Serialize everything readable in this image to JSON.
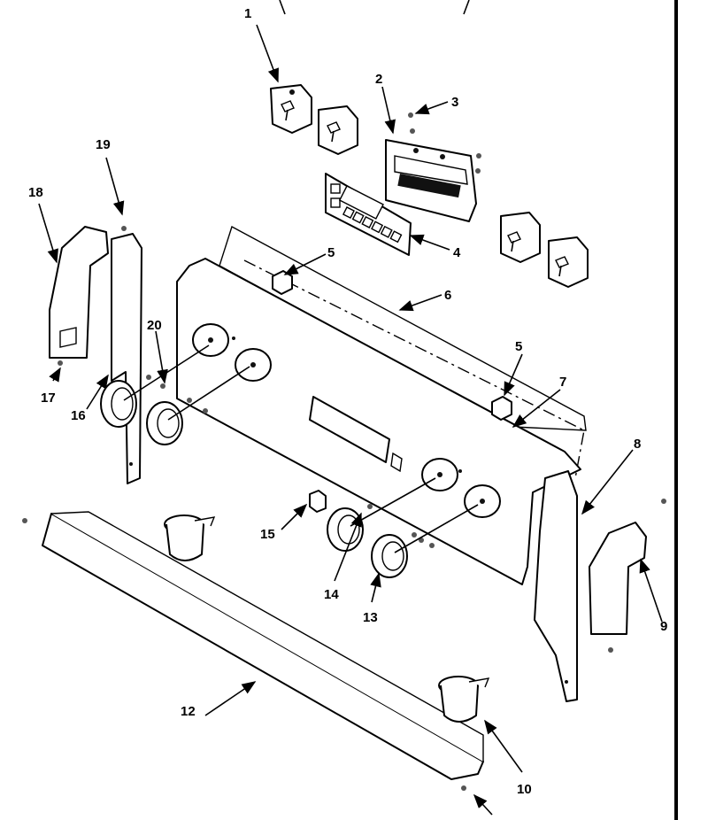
{
  "diagram": {
    "callouts": [
      "1",
      "2",
      "3",
      "4",
      "5",
      "5",
      "6",
      "7",
      "8",
      "9",
      "10",
      "12",
      "13",
      "14",
      "15",
      "16",
      "17",
      "18",
      "19",
      "20"
    ]
  },
  "colors": {
    "line": "#000000",
    "background": "#ffffff"
  }
}
